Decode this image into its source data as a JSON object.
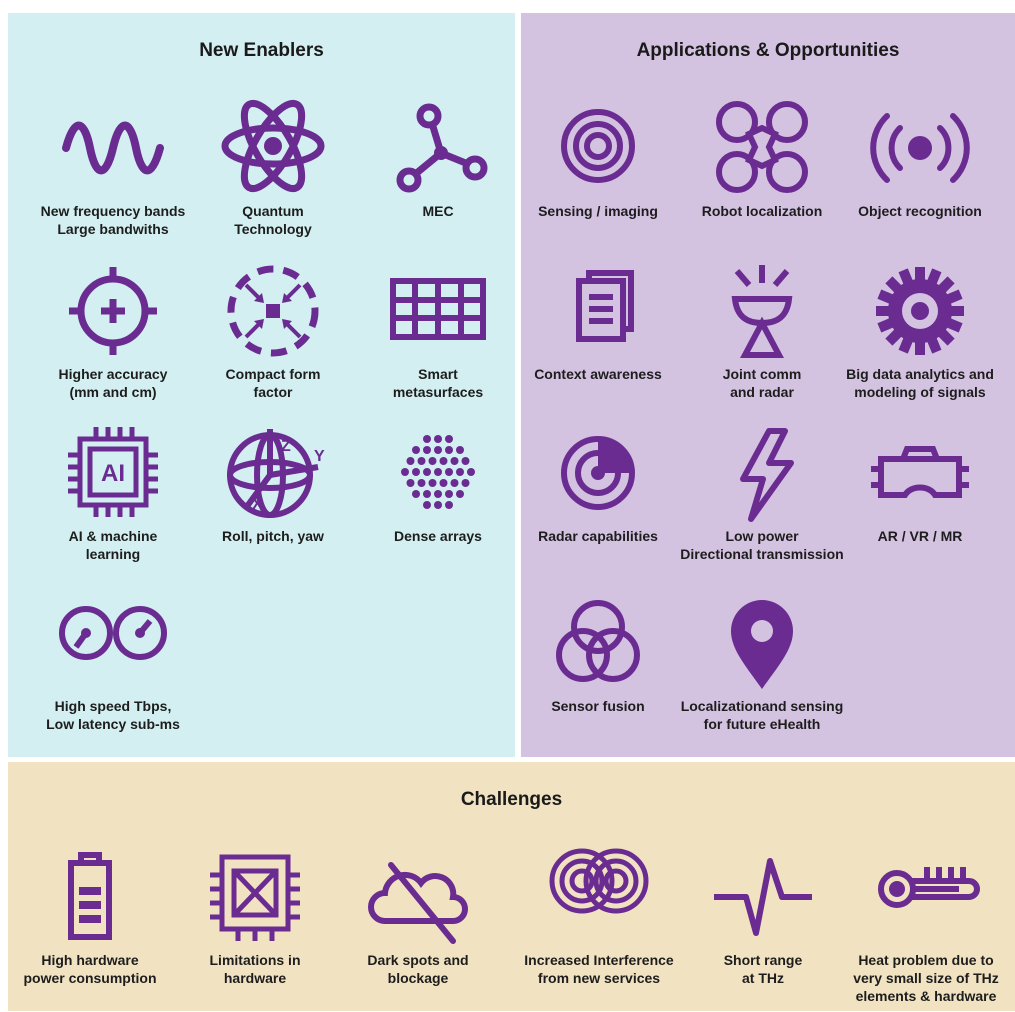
{
  "colors": {
    "accent": "#6a2c91",
    "enablers_bg": "#d3eff1",
    "apps_bg": "#d4c2e1",
    "challenges_bg": "#f1e3c2"
  },
  "enablers": {
    "title": "New Enablers",
    "items": [
      {
        "icon": "wave-icon",
        "label": "New frequency bands\nLarge bandwiths"
      },
      {
        "icon": "atom-icon",
        "label": "Quantum\nTechnology"
      },
      {
        "icon": "network-nodes-icon",
        "label": "MEC"
      },
      {
        "icon": "crosshair-plus-icon",
        "label": "Higher accuracy\n(mm and cm)"
      },
      {
        "icon": "compact-arrows-icon",
        "label": "Compact form\nfactor"
      },
      {
        "icon": "grid-panel-icon",
        "label": "Smart\nmetasurfaces"
      },
      {
        "icon": "ai-chip-icon",
        "label": "AI & machine\nlearning",
        "chip_text": "AI"
      },
      {
        "icon": "gyro-axes-icon",
        "label": "Roll, pitch, yaw",
        "axes": {
          "z": "Z",
          "y": "Y",
          "x": "X"
        }
      },
      {
        "icon": "dot-array-icon",
        "label": "Dense arrays"
      },
      {
        "icon": "speed-gauges-icon",
        "label": "High speed Tbps,\nLow latency sub-ms"
      }
    ]
  },
  "apps": {
    "title": "Applications & Opportunities",
    "items": [
      {
        "icon": "concentric-target-icon",
        "label": "Sensing / imaging"
      },
      {
        "icon": "drone-icon",
        "label": "Robot localization"
      },
      {
        "icon": "broadcast-signal-icon",
        "label": "Object recognition"
      },
      {
        "icon": "documents-icon",
        "label": "Context awareness"
      },
      {
        "icon": "radar-dish-icon",
        "label": "Joint comm\nand radar"
      },
      {
        "icon": "gear-icon",
        "label": "Big data analytics and\nmodeling of signals"
      },
      {
        "icon": "radar-sweep-icon",
        "label": "Radar capabilities"
      },
      {
        "icon": "lightning-icon",
        "label": "Low power\nDirectional transmission"
      },
      {
        "icon": "vr-headset-icon",
        "label": "AR / VR / MR"
      },
      {
        "icon": "venn-circles-icon",
        "label": "Sensor fusion"
      },
      {
        "icon": "map-pin-icon",
        "label": "Localizationand sensing\nfor future eHealth"
      }
    ]
  },
  "challenges": {
    "title": "Challenges",
    "items": [
      {
        "icon": "battery-icon",
        "label": "High hardware\npower consumption"
      },
      {
        "icon": "chip-crossed-icon",
        "label": "Limitations in\nhardware"
      },
      {
        "icon": "cloud-blocked-icon",
        "label": "Dark spots and\nblockage"
      },
      {
        "icon": "interference-rings-icon",
        "label": "Increased Interference\nfrom new services"
      },
      {
        "icon": "pulse-signal-icon",
        "label": "Short range\nat THz"
      },
      {
        "icon": "thermometer-icon",
        "label": "Heat problem due to\nvery small size of THz\nelements & hardware"
      }
    ]
  }
}
